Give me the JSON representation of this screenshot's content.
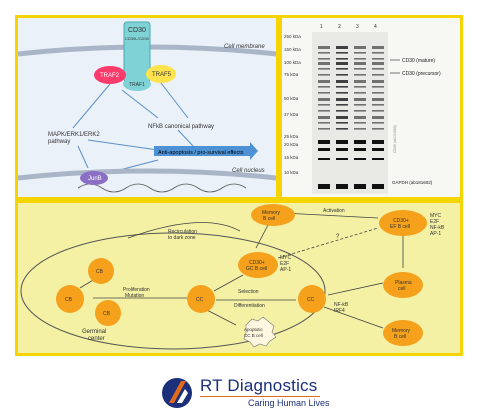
{
  "panel1": {
    "receptor": "CD30",
    "receptor_sub": "CD30L/CD30",
    "cell_membrane": "Cell membrane",
    "traf2": "TRAF2",
    "traf5": "TRAF5",
    "traf1": "TRAF1",
    "nfkb": "NFkB canonical pathway",
    "mapk_line1": "MAPK/ERK1/ERK2",
    "mapk_line2": "pathway",
    "anti_apoptotic": "Anti-apoptosis / pro-survival effects",
    "cell_nucleus": "Cell nucleus",
    "junb": "JunB"
  },
  "panel2": {
    "lanes": [
      "1",
      "2",
      "3",
      "4"
    ],
    "markers": [
      "250 kDa",
      "150 kDa",
      "100 kDa",
      "75 kDa",
      "50 kDa",
      "37 kDa",
      "25 kDa",
      "20 kDa",
      "15 kDa",
      "10 kDa"
    ],
    "band_mature": "CD30 (mature)",
    "band_precursor": "CD30 (precursor)",
    "gapdh": "GAPDH (ab181602)",
    "vertical_label": "CD30 (ab134080)"
  },
  "panel3": {
    "memory_top": [
      "Memory",
      "B cell"
    ],
    "activation": "Activation",
    "cd30_ef": [
      "CD30+",
      "EF B cell"
    ],
    "right_tf": [
      "MYC",
      "E2F",
      "NF-kB",
      "AP-1"
    ],
    "question": "?",
    "recirculation": [
      "Recirculation",
      "to dark zone"
    ],
    "cb": "CB",
    "cd30_gc": [
      "CD30+",
      "GC B cell"
    ],
    "mid_tf": [
      "MYC",
      "E2F",
      "AP-1"
    ],
    "prolif": [
      "Proliferation",
      "Mutation"
    ],
    "cc": "CC",
    "selection": [
      "Selection",
      "Differentiation"
    ],
    "nfkb_irf": [
      "NF-kB",
      "IRF4"
    ],
    "plasma": [
      "Plasma",
      "cell"
    ],
    "apoptotic": [
      "Apoptotic",
      "CC B cell"
    ],
    "germinal": [
      "Germinal",
      "center"
    ],
    "memory_bottom": [
      "Memory",
      "B cell"
    ]
  },
  "logo": {
    "title": "RT Diagnostics",
    "subtitle": "Caring Human Lives"
  },
  "colors": {
    "panel_border": "#f5d400",
    "orange_cell": "#f5a11c",
    "brand_blue": "#1b2f7a",
    "brand_orange": "#e36a1a"
  }
}
